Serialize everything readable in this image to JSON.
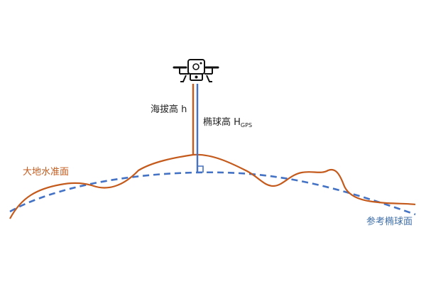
{
  "labels": {
    "elevation": "海拔高 h",
    "ellipsoid_height_prefix": "椭球高 H",
    "ellipsoid_height_sub": "GPS",
    "geoid": "大地水准面",
    "reference_ellipsoid": "参考椭球面"
  },
  "colors": {
    "geoid": "#c45a1c",
    "ellipsoid": "#4472c4",
    "drone": "#111111",
    "text": "#222222"
  },
  "icons": {
    "drone": "drone-icon",
    "right_angle": "right-angle-mark"
  }
}
